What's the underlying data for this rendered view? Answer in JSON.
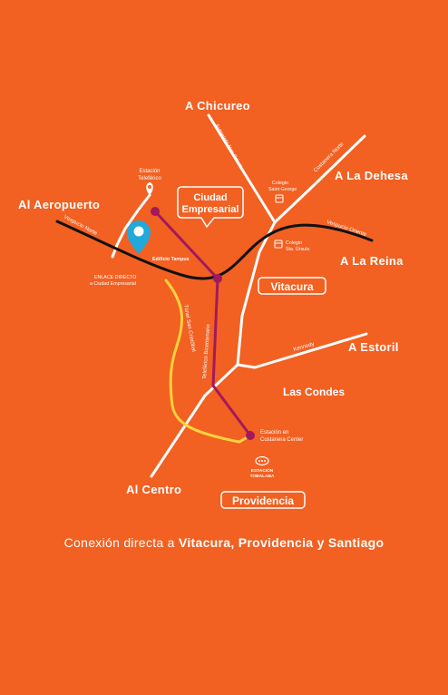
{
  "destinations": {
    "chicureo": "A Chicureo",
    "la_dehesa": "A La Dehesa",
    "aeropuerto": "Al Aeropuerto",
    "la_reina": "A La Reina",
    "estoril": "A Estoril",
    "centro": "Al Centro"
  },
  "districts": {
    "ciudad_empresarial_1": "Ciudad",
    "ciudad_empresarial_2": "Empresarial",
    "vitacura": "Vitacura",
    "las_condes": "Las Condes",
    "providencia": "Providencia"
  },
  "roads": {
    "autopista_nor_oriente": "Autopista Nor-Oriente",
    "costanera_norte": "Costanera Norte",
    "vespucio_norte": "Vespucio Norte",
    "vespucio_oriente": "Vespucio Oriente",
    "kennedy": "Kennedy",
    "tunel_san_cristobal": "Túnel San Cristóbal",
    "teleferico_bicentenario": "Teleférico Bicentenario"
  },
  "places": {
    "estacion_teleferico_1": "Estación",
    "estacion_teleferico_2": "Teleférico",
    "edificio_tampus": "Edificio Tampus",
    "enlace_1": "ENLACE DIRECTO",
    "enlace_2": "a Ciudad Empresarial",
    "colegio_sg_1": "Colegio",
    "colegio_sg_2": "Saint George",
    "colegio_su_1": "Colegio",
    "colegio_su_2": "Sta. Úrsula",
    "costanera_center_1": "Estación en",
    "costanera_center_2": "Costanera Center",
    "tobalaba_1": "ESTACIÓN",
    "tobalaba_2": "TOBALABA"
  },
  "caption": {
    "prefix": "Conexión directa a",
    "highlight": "Vitacura, Providencia y Santiago"
  },
  "colors": {
    "background": "#F26022",
    "road": "#FFFFFF",
    "vespucio": "#111111",
    "teleferico": "#A3195B",
    "tunel": "#FFD23F",
    "pin": "#23A8DB"
  }
}
